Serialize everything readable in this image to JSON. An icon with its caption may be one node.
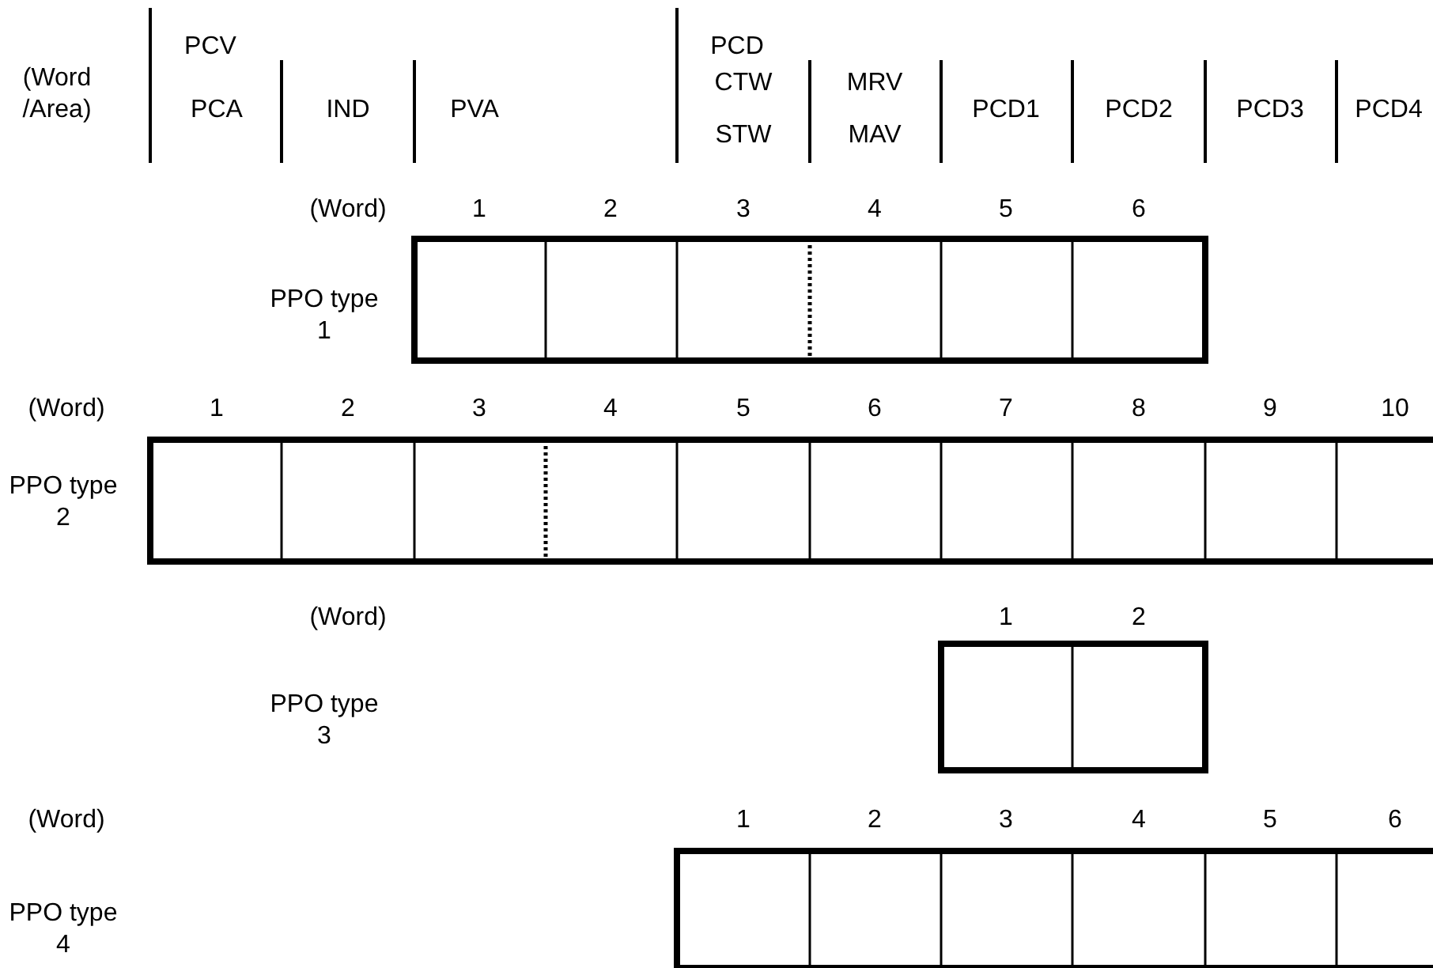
{
  "diagram": {
    "labels": [
      "(Word /Area)",
      "PCV",
      "PCD",
      "PCA",
      "IND",
      "PVA",
      "CTW",
      "STW",
      "MRV",
      "MAV",
      "PCD1",
      "PCD2",
      "PCD3",
      "PCD4",
      "(Word)",
      "1",
      "2",
      "3",
      "4",
      "5",
      "6",
      "PPO type 1",
      "(Word)",
      "1",
      "2",
      "3",
      "4",
      "5",
      "6",
      "7",
      "8",
      "9",
      "10",
      "PPO type 2",
      "(Word)",
      "1",
      "2",
      "PPO type 3",
      "(Word)",
      "1",
      "2",
      "3",
      "4",
      "5",
      "6",
      "PPO type 4"
    ]
  }
}
